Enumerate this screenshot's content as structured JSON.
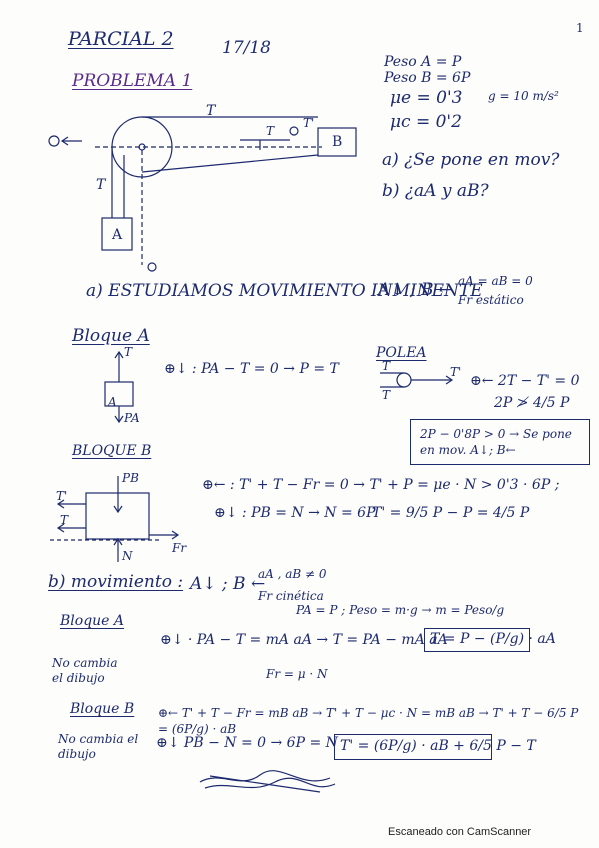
{
  "header": {
    "title": "PARCIAL 2",
    "year": "17/18",
    "problem": "PROBLEMA 1"
  },
  "givens": {
    "weight_a": "Peso A = P",
    "weight_b": "Peso B = 6P",
    "mu_e": "μe = 0'3",
    "mu_c": "μc = 0'2",
    "gravity": "g = 10 m/s²"
  },
  "figure1": {
    "plus_dir": "⊕",
    "tension_top": "T",
    "tension_left": "T",
    "tension_inner": "T",
    "tension_prime": "T'",
    "label_a": "A",
    "label_b": "B",
    "plus_down": "⊕"
  },
  "questions": {
    "a": "a) ¿Se pone en mov?",
    "b": "b) ¿aA y aB?"
  },
  "part_a": {
    "heading": "a) ESTUDIAMOS MOVIMIENTO INMINENTE",
    "directions": "A↓ ; B ←",
    "condition_1": "aA = aB = 0",
    "condition_2": "Fr estático"
  },
  "bloque_a": {
    "heading": "Bloque A",
    "equation": "⊕↓ : PA − T = 0 → P = T",
    "fig_t": "T",
    "fig_label": "A",
    "fig_p": "PA"
  },
  "polea": {
    "heading": "POLEA",
    "fig_t": "T",
    "fig_t2": "T",
    "fig_tprime": "T'",
    "eq1": "⊕← 2T − T' = 0",
    "eq2": "2P ≯ 4/5 P",
    "result": "2P − 0'8P > 0 → Se pone en mov. A↓; B←"
  },
  "bloque_b": {
    "heading": "BLOQUE B",
    "eq1": "⊕← : T' + T − Fr = 0 → T' + P = μe · N > 0'3 · 6P ;",
    "eq2": "⊕↓ : PB = N → N = 6P",
    "eq3": "T' = 9/5 P − P = 4/5 P",
    "fig_pb": "PB",
    "fig_tprime": "T'",
    "fig_t": "T",
    "fig_n": "N",
    "fig_fr": "Fr"
  },
  "part_b": {
    "heading": "b) movimiento :",
    "directions": "A↓ ; B ←",
    "condition_1": "aA , aB ≠ 0",
    "condition_2": "Fr cinética",
    "bloque_a_heading": "Bloque A",
    "bloque_a_note": "No cambia el dibujo",
    "bloque_a_side": "PA = P ;  Peso = m·g → m = Peso/g",
    "bloque_a_eq": "⊕↓ · PA − T = mA aA → T = PA − mA aA",
    "bloque_a_boxed": "T = P − (P/g) · aA",
    "bloque_b_heading": "Bloque B",
    "bloque_b_note": "No cambia el dibujo",
    "bloque_b_side": "Fr = μ · N",
    "bloque_b_eq1": "⊕← T' + T − Fr = mB aB → T' + T − μc · N = mB aB → T' + T − 6/5 P = (6P/g) · aB",
    "bloque_b_eq2": "⊕↓ PB − N = 0 → 6P = N",
    "bloque_b_boxed": "T' = (6P/g) · aB + 6/5 P − T"
  },
  "footer": {
    "scanner": "Escaneado con CamScanner",
    "page_mark": "1"
  }
}
